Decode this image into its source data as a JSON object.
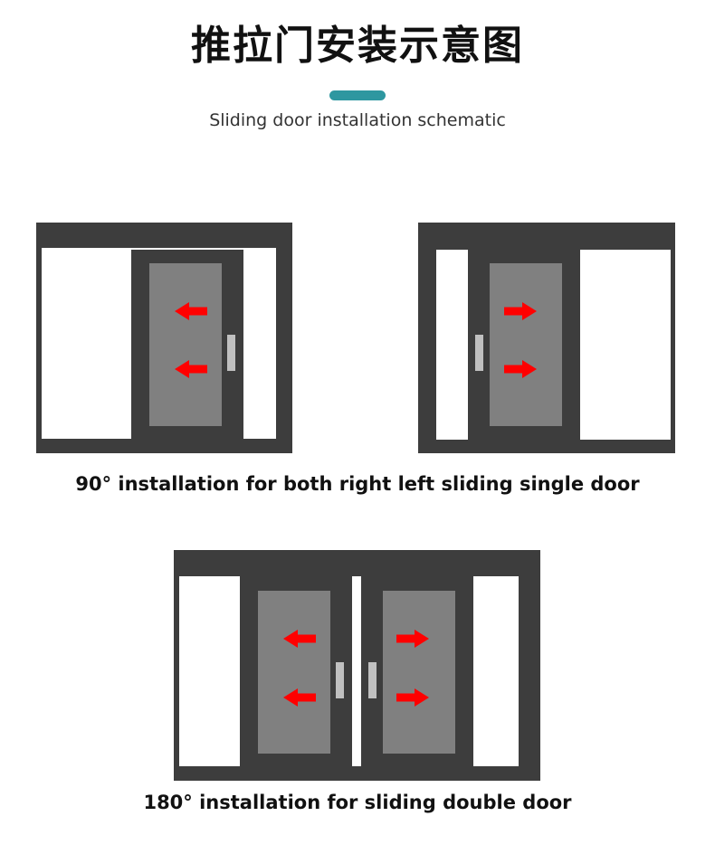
{
  "header": {
    "title_cn": "推拉门安装示意图",
    "subtitle": "Sliding door installation schematic"
  },
  "colors": {
    "accent": "#2e97a0",
    "frame": "#3d3d3d",
    "opening": "#ffffff",
    "glass": "#808080",
    "handle": "#c0c0c0",
    "arrow": "#ff0000"
  },
  "icons": {
    "arrow_left": "arrow-left-icon",
    "arrow_right": "arrow-right-icon",
    "handle": "door-handle-icon"
  },
  "diagrams": {
    "single_left": {
      "arrow_direction": "left"
    },
    "single_right": {
      "arrow_direction": "right"
    },
    "double": {
      "left_leaf_arrow": "left",
      "right_leaf_arrow": "right"
    }
  },
  "captions": {
    "single": "90° installation for both right left sliding single door",
    "double": "180° installation for sliding double door"
  }
}
